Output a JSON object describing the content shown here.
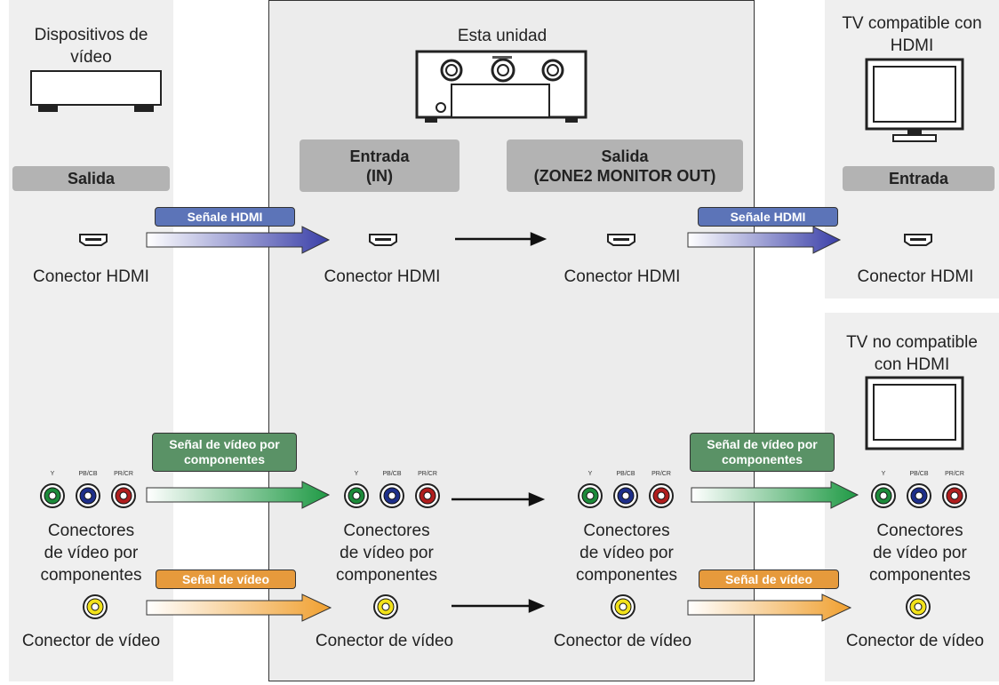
{
  "device": {
    "title_line1": "Dispositivos de",
    "title_line2": "vídeo",
    "header": "Salida"
  },
  "unit": {
    "title": "Esta unidad",
    "input_header_line1": "Entrada",
    "input_header_line2": "(IN)",
    "output_header_line1": "Salida",
    "output_header_line2": "(ZONE2 MONITOR OUT)"
  },
  "tv_hdmi": {
    "title_line1": "TV compatible con",
    "title_line2": "HDMI",
    "header": "Entrada"
  },
  "tv_nonhdmi": {
    "title_line1": "TV no compatible",
    "title_line2": "con HDMI"
  },
  "signals": {
    "hdmi": "Señale HDMI",
    "component_line1": "Señal de vídeo por",
    "component_line2": "componentes",
    "video": "Señal de vídeo"
  },
  "labels": {
    "hdmi_connector": "Conector HDMI",
    "component_line1": "Conectores",
    "component_line2_a": "de vídeo por",
    "component_line2_b": "componentes",
    "component_dev_line2": "de vídeo por",
    "video_connector": "Conector de vídeo",
    "rca_y": "Y",
    "rca_pb": "PB/CB",
    "rca_pr": "PR/CR"
  },
  "colors": {
    "hdmi_arrow": "#3a3fa8",
    "component_arrow": "#1f9a45",
    "video_arrow": "#f0a030",
    "rca_green": "#1c8a3a",
    "rca_blue": "#1e2f8a",
    "rca_red": "#b01e1e",
    "rca_yellow": "#f2e21a"
  }
}
